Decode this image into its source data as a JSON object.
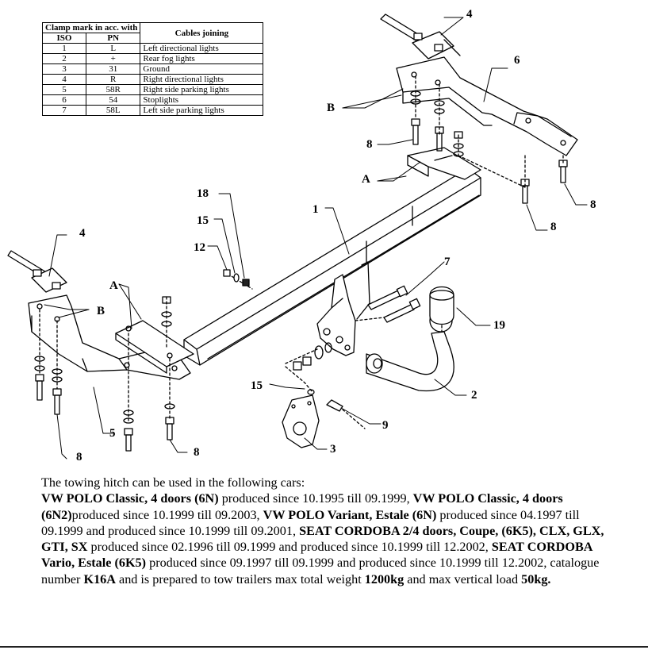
{
  "table": {
    "header_clamp": "Clamp mark in acc. with",
    "header_cables": "Cables joining",
    "header_iso": "ISO",
    "header_pn": "PN",
    "rows": [
      {
        "iso": "1",
        "pn": "L",
        "cable": "Left directional lights"
      },
      {
        "iso": "2",
        "pn": "+",
        "cable": "Rear fog lights"
      },
      {
        "iso": "3",
        "pn": "31",
        "cable": "Ground"
      },
      {
        "iso": "4",
        "pn": "R",
        "cable": "Right directional lights"
      },
      {
        "iso": "5",
        "pn": "58R",
        "cable": "Right side parking lights"
      },
      {
        "iso": "6",
        "pn": "54",
        "cable": "Stoplights"
      },
      {
        "iso": "7",
        "pn": "58L",
        "cable": "Left side parking lights"
      }
    ]
  },
  "callouts": {
    "c1": "1",
    "c2": "2",
    "c3": "3",
    "c4a": "4",
    "c4b": "4",
    "c5": "5",
    "c6": "6",
    "c7": "7",
    "c8a": "8",
    "c8b": "8",
    "c8c": "8",
    "c8d": "8",
    "c8e": "8",
    "c9": "9",
    "c12": "12",
    "c15a": "15",
    "c15b": "15",
    "c18": "18",
    "c19": "19",
    "cA1": "A",
    "cA2": "A",
    "cB1": "B",
    "cB2": "B"
  },
  "description": {
    "s01": "The towing hitch can be used in the following cars:",
    "s02": "VW POLO Classic, 4 doors (6N)",
    "s03": " produced since 10.1995 till 09.1999, ",
    "s04": "VW POLO Classic, 4 doors (6N2)",
    "s05": "produced since 10.1999 till 09.2003, ",
    "s06": "VW POLO Variant, Estale (6N)",
    "s07": " produced since 04.1997 till 09.1999 and produced since 10.1999 till 09.2001, ",
    "s08": "SEAT CORDOBA 2/4 doors, Coupe, (6K5), CLX, GLX, GTI, SX",
    "s09": " produced since 02.1996 till 09.1999 and produced since 10.1999 till 12.2002, ",
    "s10": "SEAT CORDOBA Vario, Estale (6K5)",
    "s11": " produced since 09.1997 till 09.1999 and produced since 10.1999 till 12.2002, catalogue number ",
    "s12": "K16A",
    "s13": " and is prepared to tow trailers max total weight ",
    "s14": "1200kg",
    "s15": " and max vertical load ",
    "s16": "50kg."
  }
}
